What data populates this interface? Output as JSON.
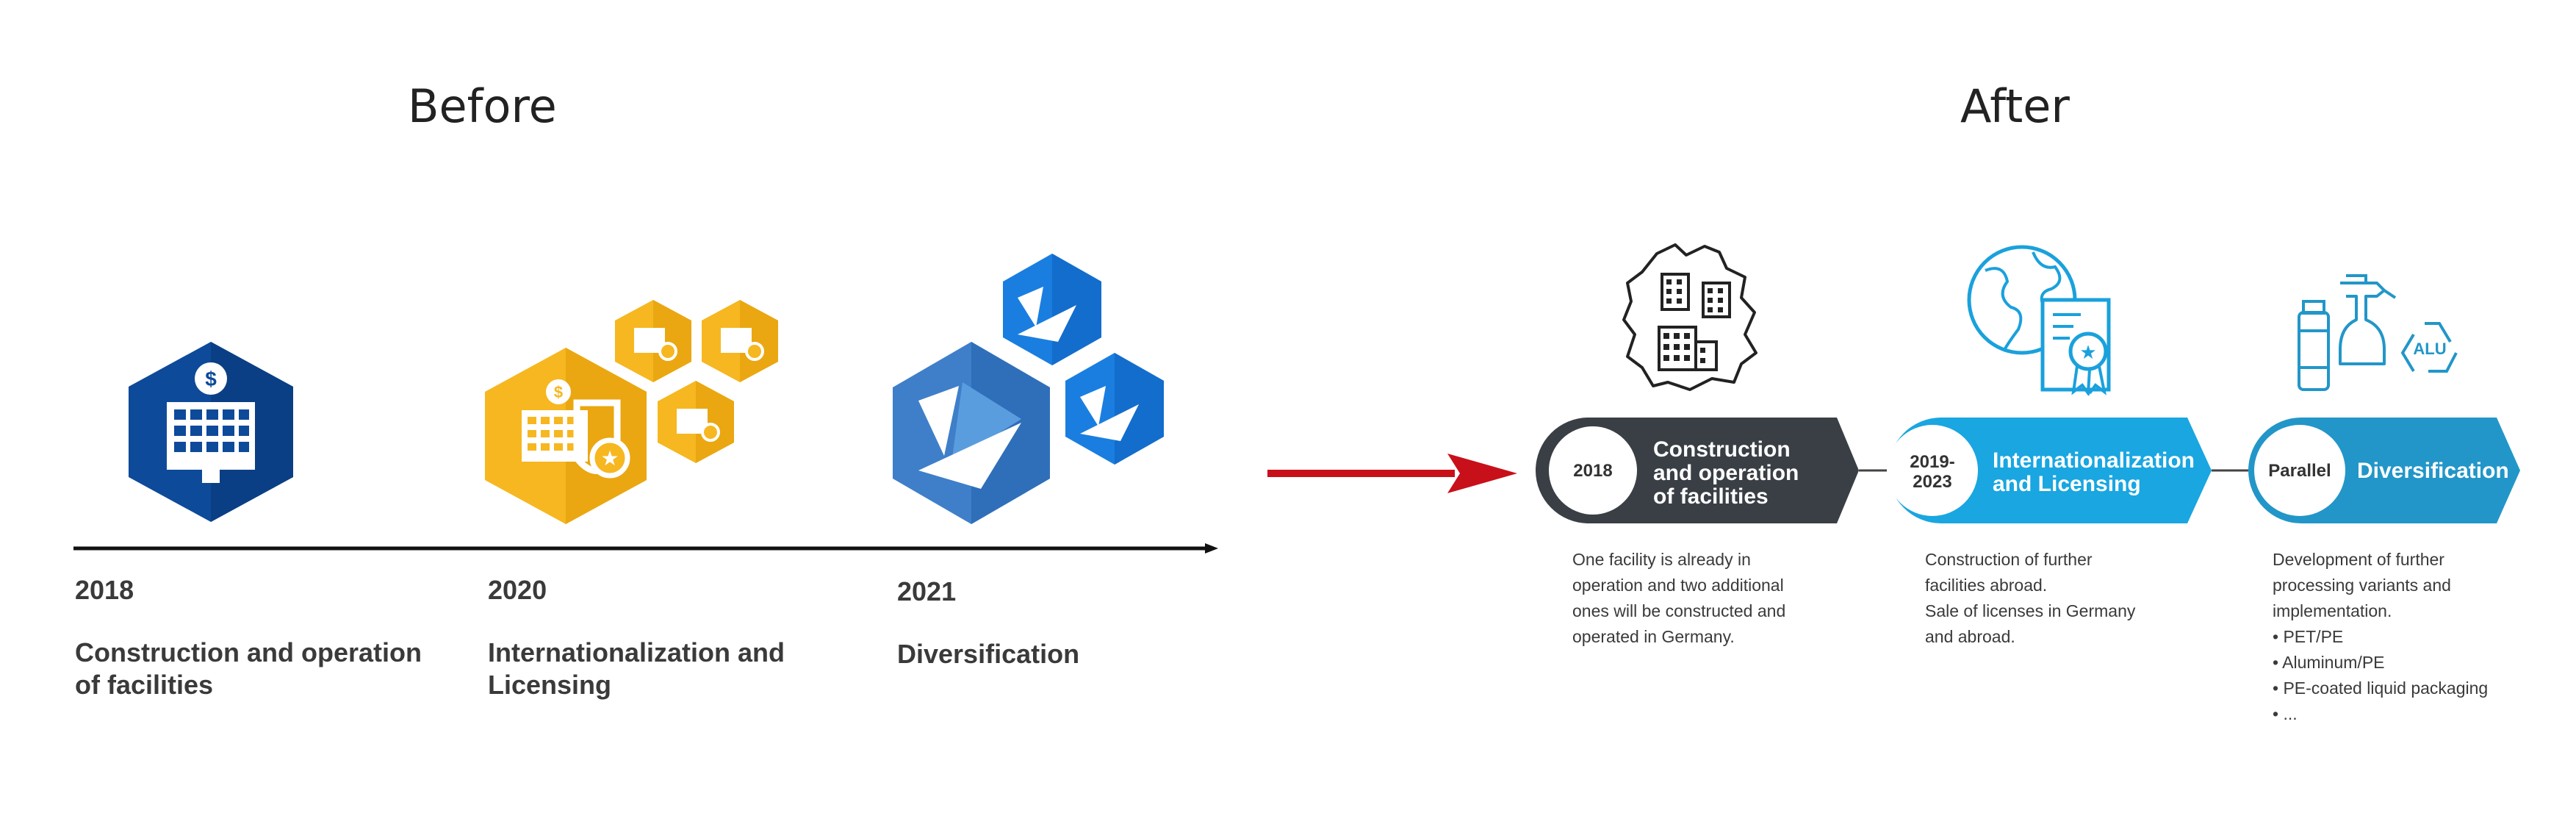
{
  "before": {
    "heading": "Before",
    "milestones": [
      {
        "year": "2018",
        "title_lines": [
          "Construction and operation",
          "of facilities"
        ]
      },
      {
        "year": "2020",
        "title_lines": [
          "Internationalization and",
          "Licensing"
        ]
      },
      {
        "year": "2021",
        "title_lines": [
          "Diversification"
        ]
      }
    ]
  },
  "after": {
    "heading": "After",
    "steps": [
      {
        "year_lines": [
          "2018"
        ],
        "title_lines": [
          "Construction",
          "and operation",
          "of facilities"
        ],
        "desc_lines": [
          "One facility is already in",
          "operation and two additional",
          "ones will be constructed and",
          "operated in Germany."
        ]
      },
      {
        "year_lines": [
          "2019-",
          "2023"
        ],
        "title_lines": [
          "Internationalization",
          "and Licensing"
        ],
        "desc_lines": [
          "Construction of further",
          "facilities abroad.",
          "Sale of licenses in Germany",
          "and abroad."
        ]
      },
      {
        "year_lines": [
          "Parallel"
        ],
        "title_lines": [
          "Diversification"
        ],
        "desc_lines": [
          "Development of further",
          "processing variants and",
          "implementation.",
          "• PET/PE",
          "• Aluminum/PE",
          "• PE-coated liquid packaging",
          "• ..."
        ]
      }
    ]
  },
  "icons": {
    "facility": "building-dollar-icon",
    "licensing": "certificate-building-icon",
    "diversification": "abstract-facets-icon",
    "germany": "germany-map-buildings-icon",
    "globe": "globe-certificate-icon",
    "packaging": "bottles-recycling-icon",
    "alu_label": "ALU"
  },
  "colors": {
    "navy": "#0d4a9a",
    "gold": "#f6b720",
    "blue": "#2b86d7",
    "dark_pill": "#3a3f46",
    "cyan_pill": "#19a6e1",
    "teal_pill": "#2296c8",
    "arrow_red": "#c8101a"
  }
}
